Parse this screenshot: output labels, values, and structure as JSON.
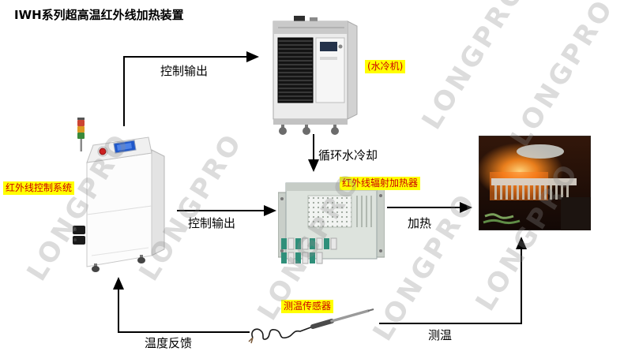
{
  "title": "IWH系列超高温红外线加热装置",
  "watermark": "LONGPRO",
  "colors": {
    "highlight_bg": "#ffff00",
    "highlight_text": "#cc0000",
    "arrow": "#000000"
  },
  "labels": {
    "control_system": "红外线控制系统",
    "water_chiller": "(水冷机)",
    "ir_heater": "红外线辐射加热器",
    "temp_sensor": "测温传感器"
  },
  "arrows": {
    "control_output_top": "控制输出",
    "circulating_water": "循环水冷却",
    "control_output_mid": "控制输出",
    "heating": "加热",
    "temp_measure": "测温",
    "temp_feedback": "温度反馈"
  }
}
